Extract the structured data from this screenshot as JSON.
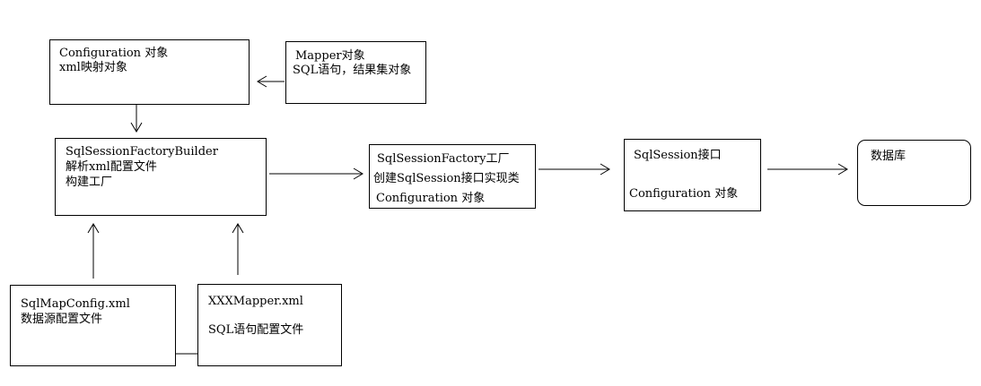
{
  "boxes": {
    "configuration": {
      "line1": "Configuration 对象",
      "line2": "xml映射对象"
    },
    "mapper": {
      "line1": "Mapper对象",
      "line2": "SQL语句，结果集对象"
    },
    "builder": {
      "line1": "SqlSessionFactoryBuilder",
      "line2": "解析xml配置文件",
      "line3": "构建工厂"
    },
    "factory": {
      "line1": "SqlSessionFactory工厂",
      "line2": "创建SqlSession接口实现类",
      "line3": "Configuration 对象"
    },
    "session": {
      "line1": "SqlSession接口",
      "line2": "Configuration 对象"
    },
    "database": {
      "line1": "数据库"
    },
    "sqlmapconfig": {
      "line1": "SqlMapConfig.xml",
      "line2": "数据源配置文件"
    },
    "xxxmapper": {
      "line1": "XXXMapper.xml",
      "line2": "SQL语句配置文件"
    }
  }
}
